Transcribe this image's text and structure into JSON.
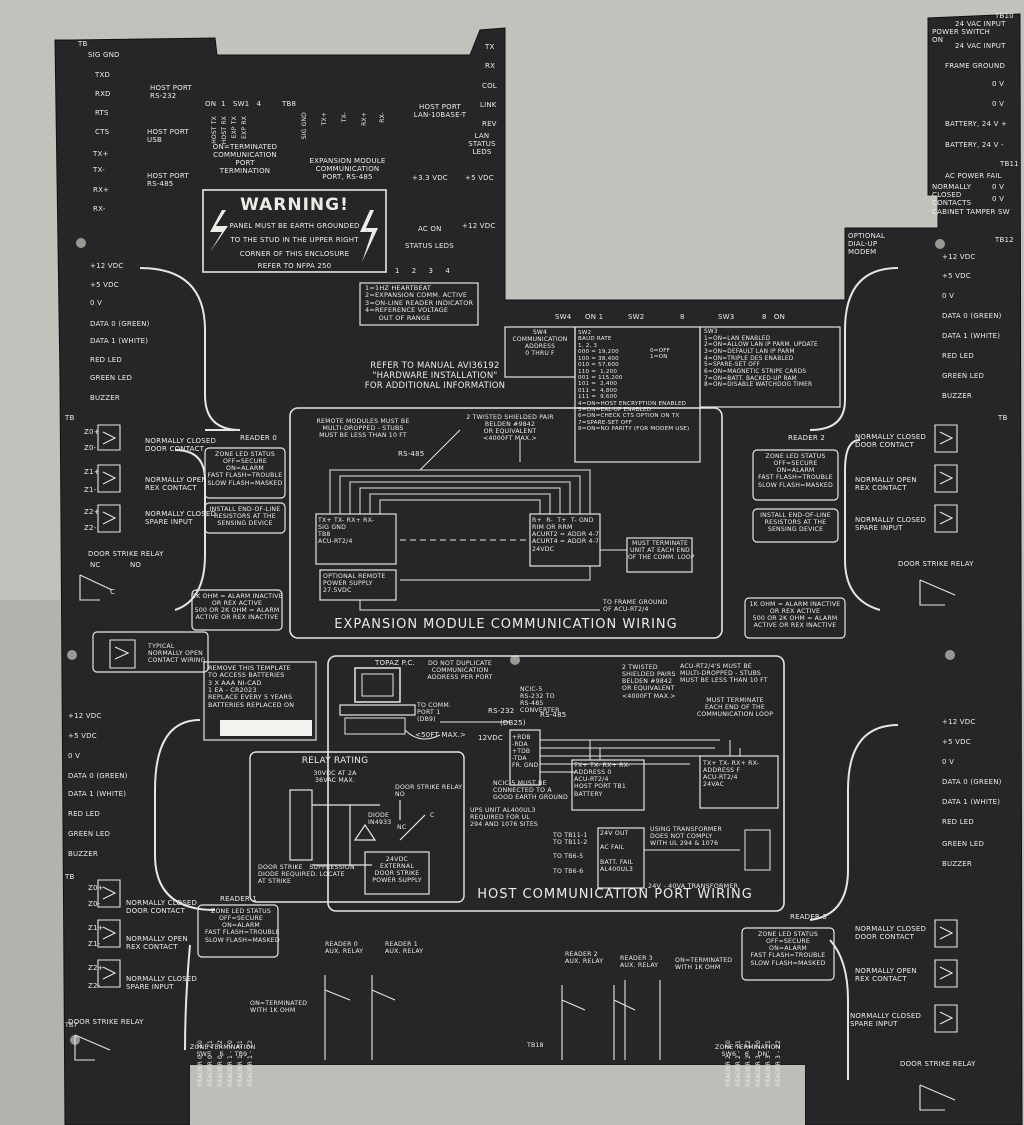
{
  "board": {
    "colors": {
      "panel": "#232425",
      "ink": "#ecece6",
      "backdrop": "#c6c4be"
    },
    "top_left": {
      "tb_label": "TB",
      "host_rs232": [
        "SIG GND",
        "TXD",
        "RXD",
        "RTS",
        "CTS"
      ],
      "host_rs232_title": "HOST PORT\nRS-232",
      "host_rs485_title": "HOST PORT\nRS-485",
      "host_usb": "HOST PORT\nUSB",
      "host_rs485": [
        "TX+",
        "TX-",
        "RX+",
        "RX-"
      ],
      "sw1": "ON  1   SW1   4",
      "sw1_sub": "ON=TERMINATED\nCOMMUNICATION\nPORT\nTERMINATION",
      "tb8": "TB8",
      "exp_title": "EXPANSION MODULE\nCOMMUNICATION\nPORT, RS-485",
      "tb8_pins": [
        "SIG GND",
        "TX+",
        "TX-",
        "RX+",
        "RX-"
      ],
      "sw1_pins": [
        "HOST TX",
        "HOST RX",
        "EXP TX",
        "EXP RX"
      ]
    },
    "lan": {
      "title": "HOST PORT\nLAN-10BASE-T",
      "leds": [
        "TX",
        "RX",
        "COL",
        "LINK",
        "REV"
      ],
      "status": "LAN\nSTATUS\nLEDS",
      "v33": "+3.3 VDC",
      "v5": "+5 VDC",
      "v12": "+12 VDC",
      "ac_on": "AC ON",
      "status_leds": "STATUS LEDS",
      "led_nums": "1     2     3     4"
    },
    "warning": {
      "title": "WARNING!",
      "lines": [
        "PANEL MUST BE EARTH GROUNDED",
        "TO THE STUD IN THE UPPER RIGHT",
        "CORNER OF THIS ENCLOSURE",
        "REFER TO NFPA 250"
      ]
    },
    "status_legend": "1=1HZ HEARTBEAT\n2=EXPANSION COMM. ACTIVE\n3=ON-LINE READER INDICATOR\n4=REFERENCE VOLTAGE\n      OUT OF RANGE",
    "top_right": {
      "tb": "TB10",
      "power": [
        "24 VAC INPUT",
        "POWER SWITCH\nON",
        "24 VAC INPUT",
        "FRAME GROUND",
        "0 V",
        "0 V",
        "BATTERY, 24 V +",
        "BATTERY, 24 V -"
      ],
      "tb11": "TB11",
      "ac_fail": "AC POWER FAIL",
      "cabinet": "NORMALLY\nCLOSED\nCONTACTS",
      "cabinet_sw": "CABINET TAMPER SW",
      "v0a": "0 V",
      "v0b": "0 V",
      "modem": "OPTIONAL\nDIAL-UP\nMODEM",
      "tb12": "TB12"
    },
    "reader_pins": [
      "+12 VDC",
      "+5 VDC",
      "0 V",
      "DATA 0 (GREEN)",
      "DATA 1 (WHITE)",
      "RED LED",
      "GREEN LED",
      "BUZZER"
    ],
    "switches": {
      "sw4": "SW4",
      "sw4_on": "ON 1",
      "sw2": "SW2",
      "sw2_8": "8",
      "sw3": "SW3",
      "sw3_on": "8   ON",
      "sw4_box": "SW4\nCOMMUNICATION\nADDRESS\n0 THRU F",
      "sw2_box": "SW2\nBAUD RATE\n1, 2, 3\n000 = 19,200\n100 = 38,400\n010 = 57,600\n110 =  1,200\n001 = 115,200\n101 =  2,400\n011 =  4,800\n111 =  9,600\n4=ON=HOST ENCRYPTION ENABLED\n5=ON=EAL-UP ENABLED\n6=ON=CHECK CTS OPTION ON TX\n7=SPARE-SET OFF\n8=ON=NO PARITY (FOR MODEM USE)",
      "sw2_onoff": "0=OFF\n1=ON",
      "sw3_box": "SW3\n1=ON=LAN ENABLED\n2=ON=ALLOW LAN IP PARM. UPDATE\n3=ON=DEFAULT LAN IP PARM\n4=ON=TRIPLE DES ENABLED\n5=SPARE-SET OFF\n6=ON=MAGNETIC STRIPE CARDS\n7=ON=BATT. BACKED-UP RAM\n8=ON=DISABLE WATCHDOG TIMER"
    },
    "manual": "REFER TO MANUAL AVI36192\n\"HARDWARE INSTALLATION\"\nFOR ADDITIONAL INFORMATION",
    "expansion": {
      "title": "EXPANSION MODULE COMMUNICATION WIRING",
      "remote": "REMOTE MODULES MUST BE\nMULTI-DROPPED - STUBS\nMUST BE LESS THAN 10 FT",
      "twisted": "2 TWISTED SHIELDED PAIR\nBELDEN #9842\nOR EQUIVALENT\n<4000FT MAX.>",
      "rs485": "RS-485",
      "tb8_box": "TX+ TX- RX+ RX-\nSIG GND\nTB8\nACU-RT2/4",
      "acurt": "R+  R-  T+  T- GND\nRIM OR RRM\nACURT2 = ADDR 4-7\nACURT4 = ADDR 4-7\n24VDC",
      "terminate": "MUST TERMINATE\nUNIT AT EACH END\nOF THE COMM. LOOP",
      "power": "OPTIONAL REMOTE\nPOWER SUPPLY\n27.5VDC",
      "frame": "TO FRAME GROUND\nOF ACU-RT2/4"
    },
    "reader0": {
      "label": "READER 0",
      "tb": "TB",
      "z_pins": [
        "Z0+",
        "Z0-",
        "Z1+",
        "Z1-",
        "Z2+",
        "Z2-"
      ],
      "nc_door": "NORMALLY CLOSED\nDOOR CONTACT",
      "no_rex": "NORMALLY OPEN\nREX CONTACT",
      "nc_spare": "NORMALLY CLOSED\nSPARE INPUT",
      "zone_led": "ZONE LED STATUS\nOFF=SECURE\nON=ALARM\nFAST FLASH=TROUBLE\nSLOW FLASH=MASKED",
      "eol": "INSTALL END-OF-LINE\nRESISTORS AT THE\nSENSING DEVICE",
      "relay": "DOOR STRIKE RELAY",
      "nc": "NC",
      "no": "NO",
      "c": "C",
      "ohm": "1K OHM = ALARM INACTIVE\nOR REX ACTIVE\n500 OR 2K OHM = ALARM\nACTIVE OR REX INACTIVE",
      "typical": "TYPICAL\nNORMALLY OPEN\nCONTACT WIRING"
    },
    "reader2": {
      "label": "READER 2",
      "nc_door": "NORMALLY CLOSED\nDOOR CONTACT",
      "no_rex": "NORMALLY OPEN\nREX CONTACT",
      "nc_spare": "NORMALLY CLOSED\nSPARE INPUT",
      "zone_led": "ZONE LED STATUS\nOFF=SECURE\nON=ALARM\nFAST FLASH=TROUBLE\nSLOW FLASH=MASKED",
      "eol": "INSTALL END-OF-LINE\nRESISTORS AT THE\nSENSING DEVICE",
      "relay": "DOOR STRIKE RELAY",
      "ohm": "1K OHM = ALARM INACTIVE\nOR REX ACTIVE\n500 OR 2K OHM = ALARM\nACTIVE OR REX INACTIVE",
      "tb": "TB"
    },
    "battery": "REMOVE THIS TEMPLATE\nTO ACCESS BATTERIES\n3 X AAA NI-CAD\n1 EA - CR2023\nREPLACE EVERY 5 YEARS\nBATTERIES REPLACED ON",
    "host": {
      "title": "HOST COMMUNICATION PORT WIRING",
      "topaz": "TOPAZ P.C.",
      "dup": "DO NOT DUPLICATE\nCOMMUNICATION\nADDRESS PER PORT",
      "ncic": "NCIC-5\nRS-232 TO\nRS-485\nCONVERTER",
      "twisted": "2 TWISTED\nSHIELDED PAIRS\nBELDEN #9842\nOR EQUIVALENT\n<4000FT MAX.>",
      "multi": "ACU-RT2/4'S MUST BE\nMULTI-DROPPED - STUBS\nMUST BE LESS THAN 10 FT",
      "terminate": "MUST TERMINATE\nEACH END OF THE\nCOMMUNICATION LOOP",
      "comm": "TO COMM.\nPORT 1\n(DB9)",
      "rs232": "RS-232",
      "rs485": "RS-485",
      "db25": "(DB25)",
      "v12": "12VDC",
      "max": "<50FT MAX.>",
      "pins": "+RDB\n-RDA\n+TDB\n-TDA\nFR. GND",
      "addr0": "TX+ TX- RX+ RX-\nADDRESS 0\nACU-RT2/4\nHOST PORT TB1\nBATTERY",
      "addrf": "TX+ TX- RX+ RX-\nADDRESS F\nACU-RT2/4\n24VAC",
      "ground": "NCIC-5 MUST BE\nCONNECTED TO A\nGOOD EARTH GROUND",
      "ups": "UPS UNIT AL400UL3\nREQUIRED FOR UL\n294 AND 1076 SITES",
      "tb": "TO TB11-1\nTO TB11-2\n\nTO TB6-5\n\nTO TB6-6",
      "al": "24V OUT\n\nAC FAIL\n\nBATT. FAIL\nAL400UL3",
      "xfmr_note": "USING TRANSFORMER\nDOES NOT COMPLY\nWITH UL 294 & 1076",
      "xfmr": "24V - 40VA TRANSFORMER"
    },
    "relay_rating": {
      "title": "RELAY RATING",
      "values": "30VDC AT 2A\n36VAC MAX.",
      "strike": "DOOR STRIKE RELAY\nNO",
      "nc": "NC",
      "c": "C",
      "diode": "DIODE\nIN4933",
      "suppress": "DOOR STRIKE   SUPPRESSION\nDIODE REQUIRED. LOCATE\nAT STRIKE",
      "supply": "24VDC\nEXTERNAL\nDOOR STRIKE\nPOWER SUPPLY"
    },
    "bottom": {
      "reader1": "READER 1",
      "reader3": "READER 3",
      "r0aux": "READER 0\nAUX. RELAY",
      "r1aux": "READER 1\nAUX. RELAY",
      "r2aux": "READER 2\nAUX. RELAY",
      "r3aux": "READER 3\nAUX. RELAY",
      "on_term_l": "ON=TERMINATED\nWITH 1K OHM",
      "on_term_r": "ON=TERMINATED\nWITH 1K OHM",
      "zone_term_l": "ZONE TERMINATION\n   SW5    6     TB9",
      "zone_term_r": "ZONE TERMINATION\n   SW6    6    ON",
      "tb18": "TB18",
      "tb7": "TB7",
      "z_left": [
        "READER 0 - Z0",
        "READER 0 - Z1",
        "READER 0 - Z2",
        "READER 1 - Z0",
        "READER 1 - Z1",
        "READER 1 - Z2"
      ],
      "z_right": [
        "READER 2 - Z0",
        "READER 2 - Z1",
        "READER 2 - Z2",
        "READER 3 - Z0",
        "READER 3 - Z1",
        "READER 3 - Z2"
      ]
    }
  }
}
